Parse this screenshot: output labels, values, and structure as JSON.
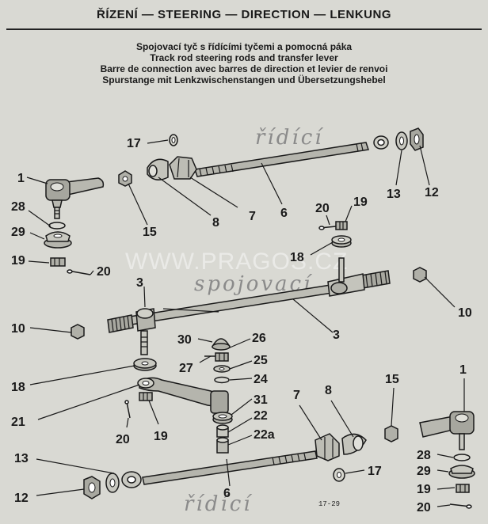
{
  "header": "ŘÍZENÍ — STEERING — DIRECTION — LENKUNG",
  "subtitles": [
    "Spojovací tyč s řídícími tyčemi a pomocná páka",
    "Track rod steering rods and transfer lever",
    "Barre de connection avec barres de direction et levier de renvoi",
    "Spurstange mit Lenkzwischenstangen und Übersetzungshebel"
  ],
  "handwriting": {
    "top": "řídící",
    "middle": "spojovací",
    "bottom": "řídící"
  },
  "watermark": "WWW.PRAGOS.CZ",
  "figure_code": "17-29",
  "callouts": {
    "c17a": "17",
    "c1a": "1",
    "c15a": "15",
    "c8a": "8",
    "c7a": "7",
    "c6a": "6",
    "c13a": "13",
    "c12a": "12",
    "c28a": "28",
    "c29a": "29",
    "c19a": "19",
    "c20a": "20",
    "c20b": "20",
    "c19b": "19",
    "c18a": "18",
    "c3a": "3",
    "c3b": "3",
    "c10a": "10",
    "c10b": "10",
    "c30": "30",
    "c26": "26",
    "c27": "27",
    "c25": "25",
    "c24": "24",
    "c18b": "18",
    "c31": "31",
    "c22": "22",
    "c22a": "22a",
    "c21": "21",
    "c20c": "20",
    "c19c": "19",
    "c7b": "7",
    "c8b": "8",
    "c15b": "15",
    "c1b": "1",
    "c28b": "28",
    "c29b": "29",
    "c19d": "19",
    "c20d": "20",
    "c17b": "17",
    "c6b": "6",
    "c13b": "13",
    "c12b": "12"
  }
}
